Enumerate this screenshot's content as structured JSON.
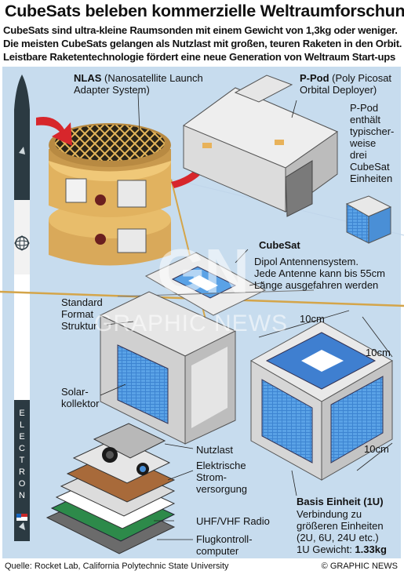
{
  "header": {
    "title": "CubeSats beleben kommerzielle Weltraumforschung",
    "subtitle_lines": [
      "CubeSats sind ultra-kleine Raumsonden mit einem Gewicht von 1,3kg oder weniger.",
      "Die meisten CubeSats gelangen als Nutzlast mit großen, teuren Raketen in den Orbit.",
      "Leistbare Raketentechnologie fördert eine neue Generation von Weltraum Start-ups"
    ]
  },
  "rocket": {
    "name_letters": [
      "E",
      "L",
      "E",
      "C",
      "T",
      "R",
      "O",
      "N"
    ]
  },
  "labels": {
    "nlas_bold": "NLAS",
    "nlas_rest1": " (Nanosatellite Launch",
    "nlas_rest2": "Adapter System)",
    "ppod_bold": "P-Pod",
    "ppod_rest1": " (Poly Picosat",
    "ppod_rest2": "Orbital Deployer)",
    "ppod_desc": [
      "P-Pod",
      "enthält",
      "typischer-",
      "weise",
      "drei",
      "CubeSat",
      "Einheiten"
    ],
    "cubesat": "CubeSat",
    "antenna": [
      "Dipol Antennensystem.",
      "Jede Antenne kann bis 55cm",
      "Länge ausgefahren werden"
    ],
    "structure": [
      "Standard",
      "Format",
      "Struktur"
    ],
    "solar": [
      "Solar-",
      "kollektor"
    ],
    "payload": "Nutzlast",
    "power": [
      "Elektrische",
      "Strom-",
      "versorgung"
    ],
    "radio": "UHF/VHF Radio",
    "flight": [
      "Flugkontroll-",
      "computer"
    ],
    "dim_top": "10cm",
    "dim_right": "10cm",
    "dim_bottom": "10cm",
    "basis_title": "Basis Einheit (1U)",
    "basis_desc": [
      "Verbindung zu",
      "größeren Einheiten",
      "(2U, 6U, 24U etc.)"
    ],
    "weight_prefix": "1U Gewicht: ",
    "weight_value": "1.33kg"
  },
  "watermark": {
    "top": "GN",
    "bottom": "GRAPHIC NEWS"
  },
  "footer": {
    "source": "Quelle: Rocket Lab, California Polytechnic State University",
    "credit": "© GRAPHIC NEWS"
  },
  "colors": {
    "panel": "#c7dcee",
    "rocket_dark": "#2b3a42",
    "arrow": "#d7262b",
    "solar": "#4a8fd6",
    "gold": "#d4a54a"
  }
}
